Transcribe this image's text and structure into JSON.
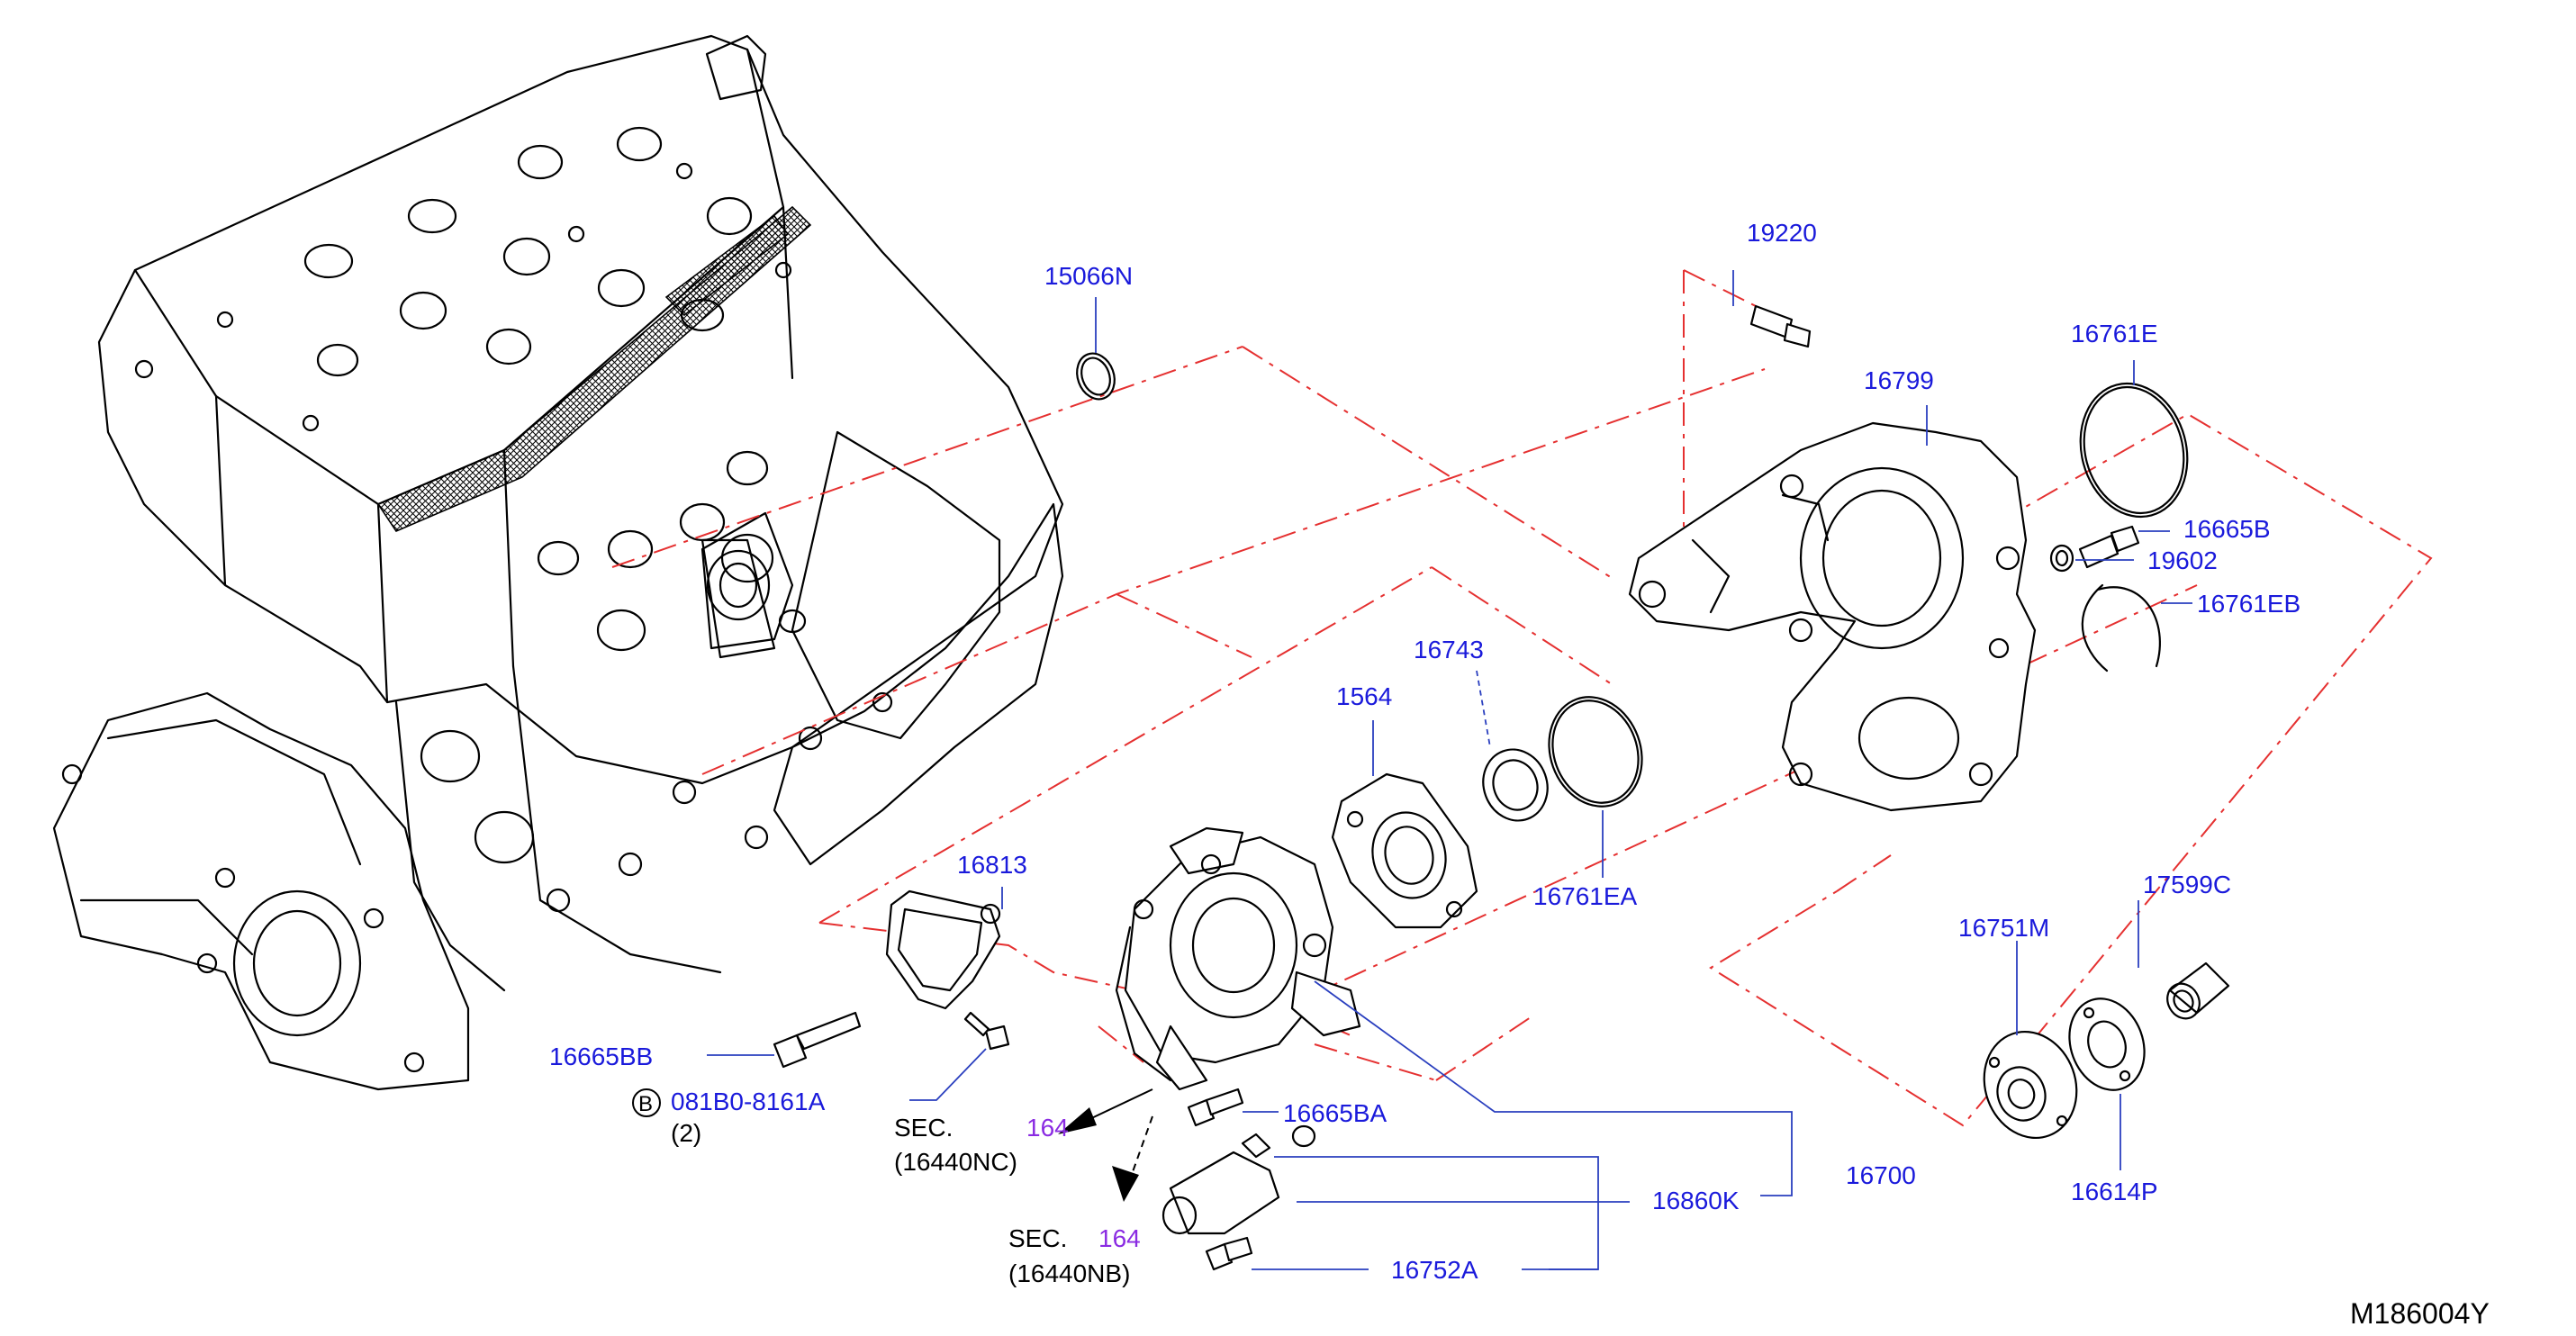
{
  "diagram_code": "M186004Y",
  "colors": {
    "label": "#1a1adb",
    "leader": "#2a3fbf",
    "phantom_line": "#e53030",
    "section_number": "#8a2be2",
    "ink": "#000000"
  },
  "parts": {
    "p15066N": "15066N",
    "p19220": "19220",
    "p16799": "16799",
    "p16761E": "16761E",
    "p16665B": "16665B",
    "p19602": "19602",
    "p16761EB": "16761EB",
    "p16743": "16743",
    "p1564": "1564",
    "p16761EA": "16761EA",
    "p16813": "16813",
    "p16665BB": "16665BB",
    "p16665BA": "16665BA",
    "p16700": "16700",
    "p16860K": "16860K",
    "p16752A": "16752A",
    "p17599C": "17599C",
    "p16751M": "16751M",
    "p16614P": "16614P"
  },
  "bolt_ref": {
    "badge": "B",
    "part": "081B0-8161A",
    "qty": "(2)"
  },
  "sections": [
    {
      "prefix": "SEC.",
      "number": "164",
      "ref": "(16440NC)"
    },
    {
      "prefix": "SEC.",
      "number": "164",
      "ref": "(16440NB)"
    }
  ]
}
